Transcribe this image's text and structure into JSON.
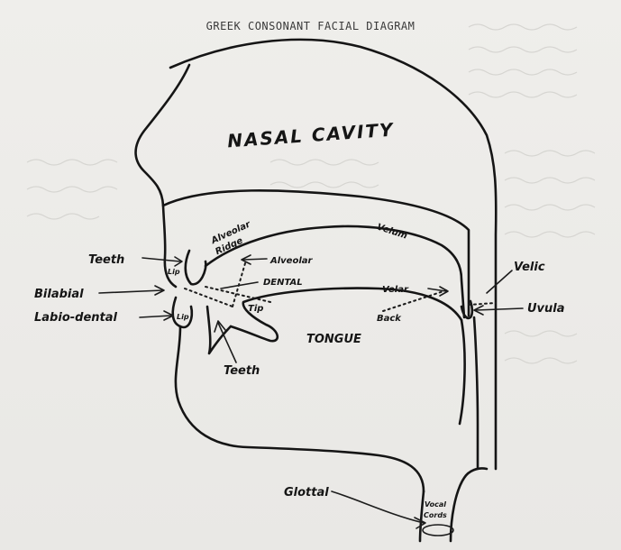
{
  "diagram": {
    "title": "GREEK CONSONANT FACIAL DIAGRAM",
    "labels": {
      "nasal_cavity": "NASAL CAVITY",
      "alveolar_ridge_1": "Alveolar",
      "alveolar_ridge_2": "Ridge",
      "velum": "Velum",
      "teeth_upper": "Teeth",
      "lip_upper": "Lip",
      "alveolar": "Alveolar",
      "dental": "DENTAL",
      "bilabial": "Bilabial",
      "labio_dental": "Labio-dental",
      "lip_lower": "Lip",
      "tip": "Tip",
      "teeth_lower": "Teeth",
      "tongue": "TONGUE",
      "velar": "Velar",
      "back": "Back",
      "velic": "Velic",
      "uvula": "Uvula",
      "glottal": "Glottal",
      "vocal_cords_1": "Vocal",
      "vocal_cords_2": "Cords"
    }
  }
}
